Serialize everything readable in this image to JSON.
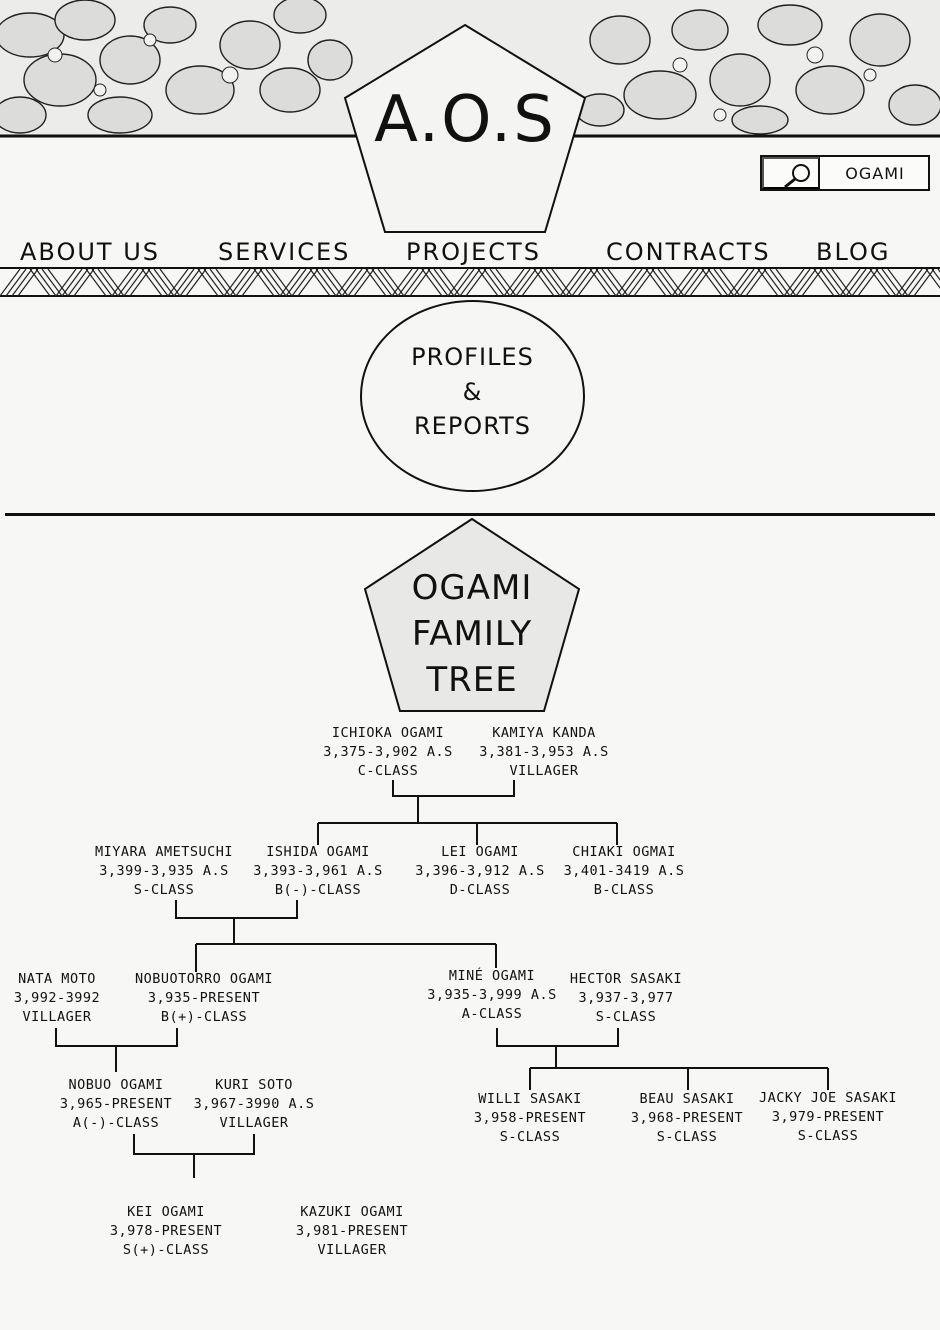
{
  "logo": {
    "text": "A.O.S"
  },
  "search": {
    "value": "OGAMI",
    "icon": "magnifier-icon"
  },
  "nav": {
    "items": [
      "ABOUT US",
      "SERVICES",
      "PROJECTS",
      "CONTRACTS",
      "BLOG"
    ]
  },
  "profiles": {
    "line1": "PROFILES",
    "line2": "&",
    "line3": "REPORTS"
  },
  "tree": {
    "title1": "OGAMI",
    "title2": "FAMILY",
    "title3": "TREE",
    "people": {
      "ichioka": {
        "name": "ICHIOKA OGAMI",
        "years": "3,375-3,902 A.S",
        "rank": "C-CLASS"
      },
      "kamiya": {
        "name": "KAMIYA KANDA",
        "years": "3,381-3,953 A.S",
        "rank": "VILLAGER"
      },
      "miyara": {
        "name": "MIYARA AMETSUCHI",
        "years": "3,399-3,935 A.S",
        "rank": "S-CLASS"
      },
      "ishida": {
        "name": "ISHIDA OGAMI",
        "years": "3,393-3,961 A.S",
        "rank": "B(-)-CLASS"
      },
      "lei": {
        "name": "LEI OGAMI",
        "years": "3,396-3,912 A.S",
        "rank": "D-CLASS"
      },
      "chiaki": {
        "name": "CHIAKI  OGMAI",
        "years": "3,401-3419 A.S",
        "rank": "B-CLASS"
      },
      "nata": {
        "name": "NATA MOTO",
        "years": "3,992-3992",
        "rank": "VILLAGER"
      },
      "nobuotorro": {
        "name": "NOBUOTORRO OGAMI",
        "years": "3,935-PRESENT",
        "rank": "B(+)-CLASS"
      },
      "mine": {
        "name": "MINÉ OGAMI",
        "years": "3,935-3,999 A.S",
        "rank": "A-CLASS"
      },
      "hector": {
        "name": "HECTOR SASAKI",
        "years": "3,937-3,977",
        "rank": "S-CLASS"
      },
      "nobuo": {
        "name": "NOBUO OGAMI",
        "years": "3,965-PRESENT",
        "rank": "A(-)-CLASS"
      },
      "kuri": {
        "name": "KURI SOTO",
        "years": "3,967-3990 A.S",
        "rank": "VILLAGER"
      },
      "willi": {
        "name": "WILLI SASAKI",
        "years": "3,958-PRESENT",
        "rank": "S-CLASS"
      },
      "beau": {
        "name": "BEAU SASAKI",
        "years": "3,968-PRESENT",
        "rank": "S-CLASS"
      },
      "jacky": {
        "name": "JACKY JOE SASAKI",
        "years": "3,979-PRESENT",
        "rank": "S-CLASS"
      },
      "kei": {
        "name": "KEI OGAMI",
        "years": "3,978-PRESENT",
        "rank": "S(+)-CLASS"
      },
      "kazuki": {
        "name": "KAZUKI OGAMI",
        "years": "3,981-PRESENT",
        "rank": "VILLAGER"
      }
    }
  },
  "colors": {
    "ink": "#111111",
    "paper": "#f7f7f5",
    "shape-fill": "#e8e8e6"
  }
}
